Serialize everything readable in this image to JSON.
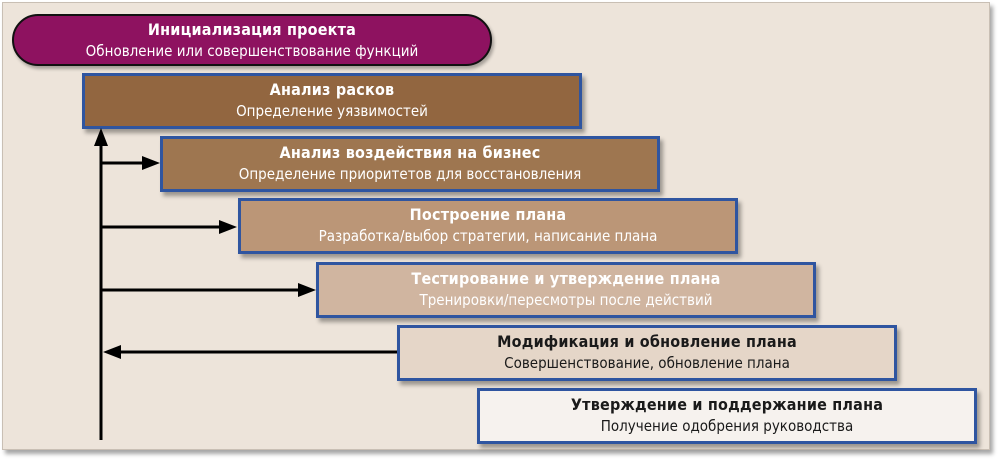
{
  "initiation": {
    "title": "Инициализация проекта",
    "subtitle": "Обновление или совершенствование функций"
  },
  "steps": [
    {
      "title": "Анализ расков",
      "subtitle": "Определение уязвимостей"
    },
    {
      "title": "Анализ воздействия на бизнес",
      "subtitle": "Определение приоритетов для восстановления"
    },
    {
      "title": "Построение плана",
      "subtitle": "Разработка/выбор стратегии, написание плана"
    },
    {
      "title": "Тестирование и утверждение плана",
      "subtitle": "Тренировки/пересмотры после действий"
    },
    {
      "title": "Модификация и обновление плана",
      "subtitle": "Совершенствование, обновление плана"
    },
    {
      "title": "Утверждение и поддержание плана",
      "subtitle": "Получение одобрения руководства"
    }
  ],
  "colors": {
    "initiation": "#8e1260",
    "border": "#2f55a0",
    "step1": "#926640",
    "step2": "#9e7650",
    "step3": "#bb9677",
    "step4": "#d0b5a0",
    "step5": "#e5d6c8",
    "step6": "#f6f2ee"
  }
}
